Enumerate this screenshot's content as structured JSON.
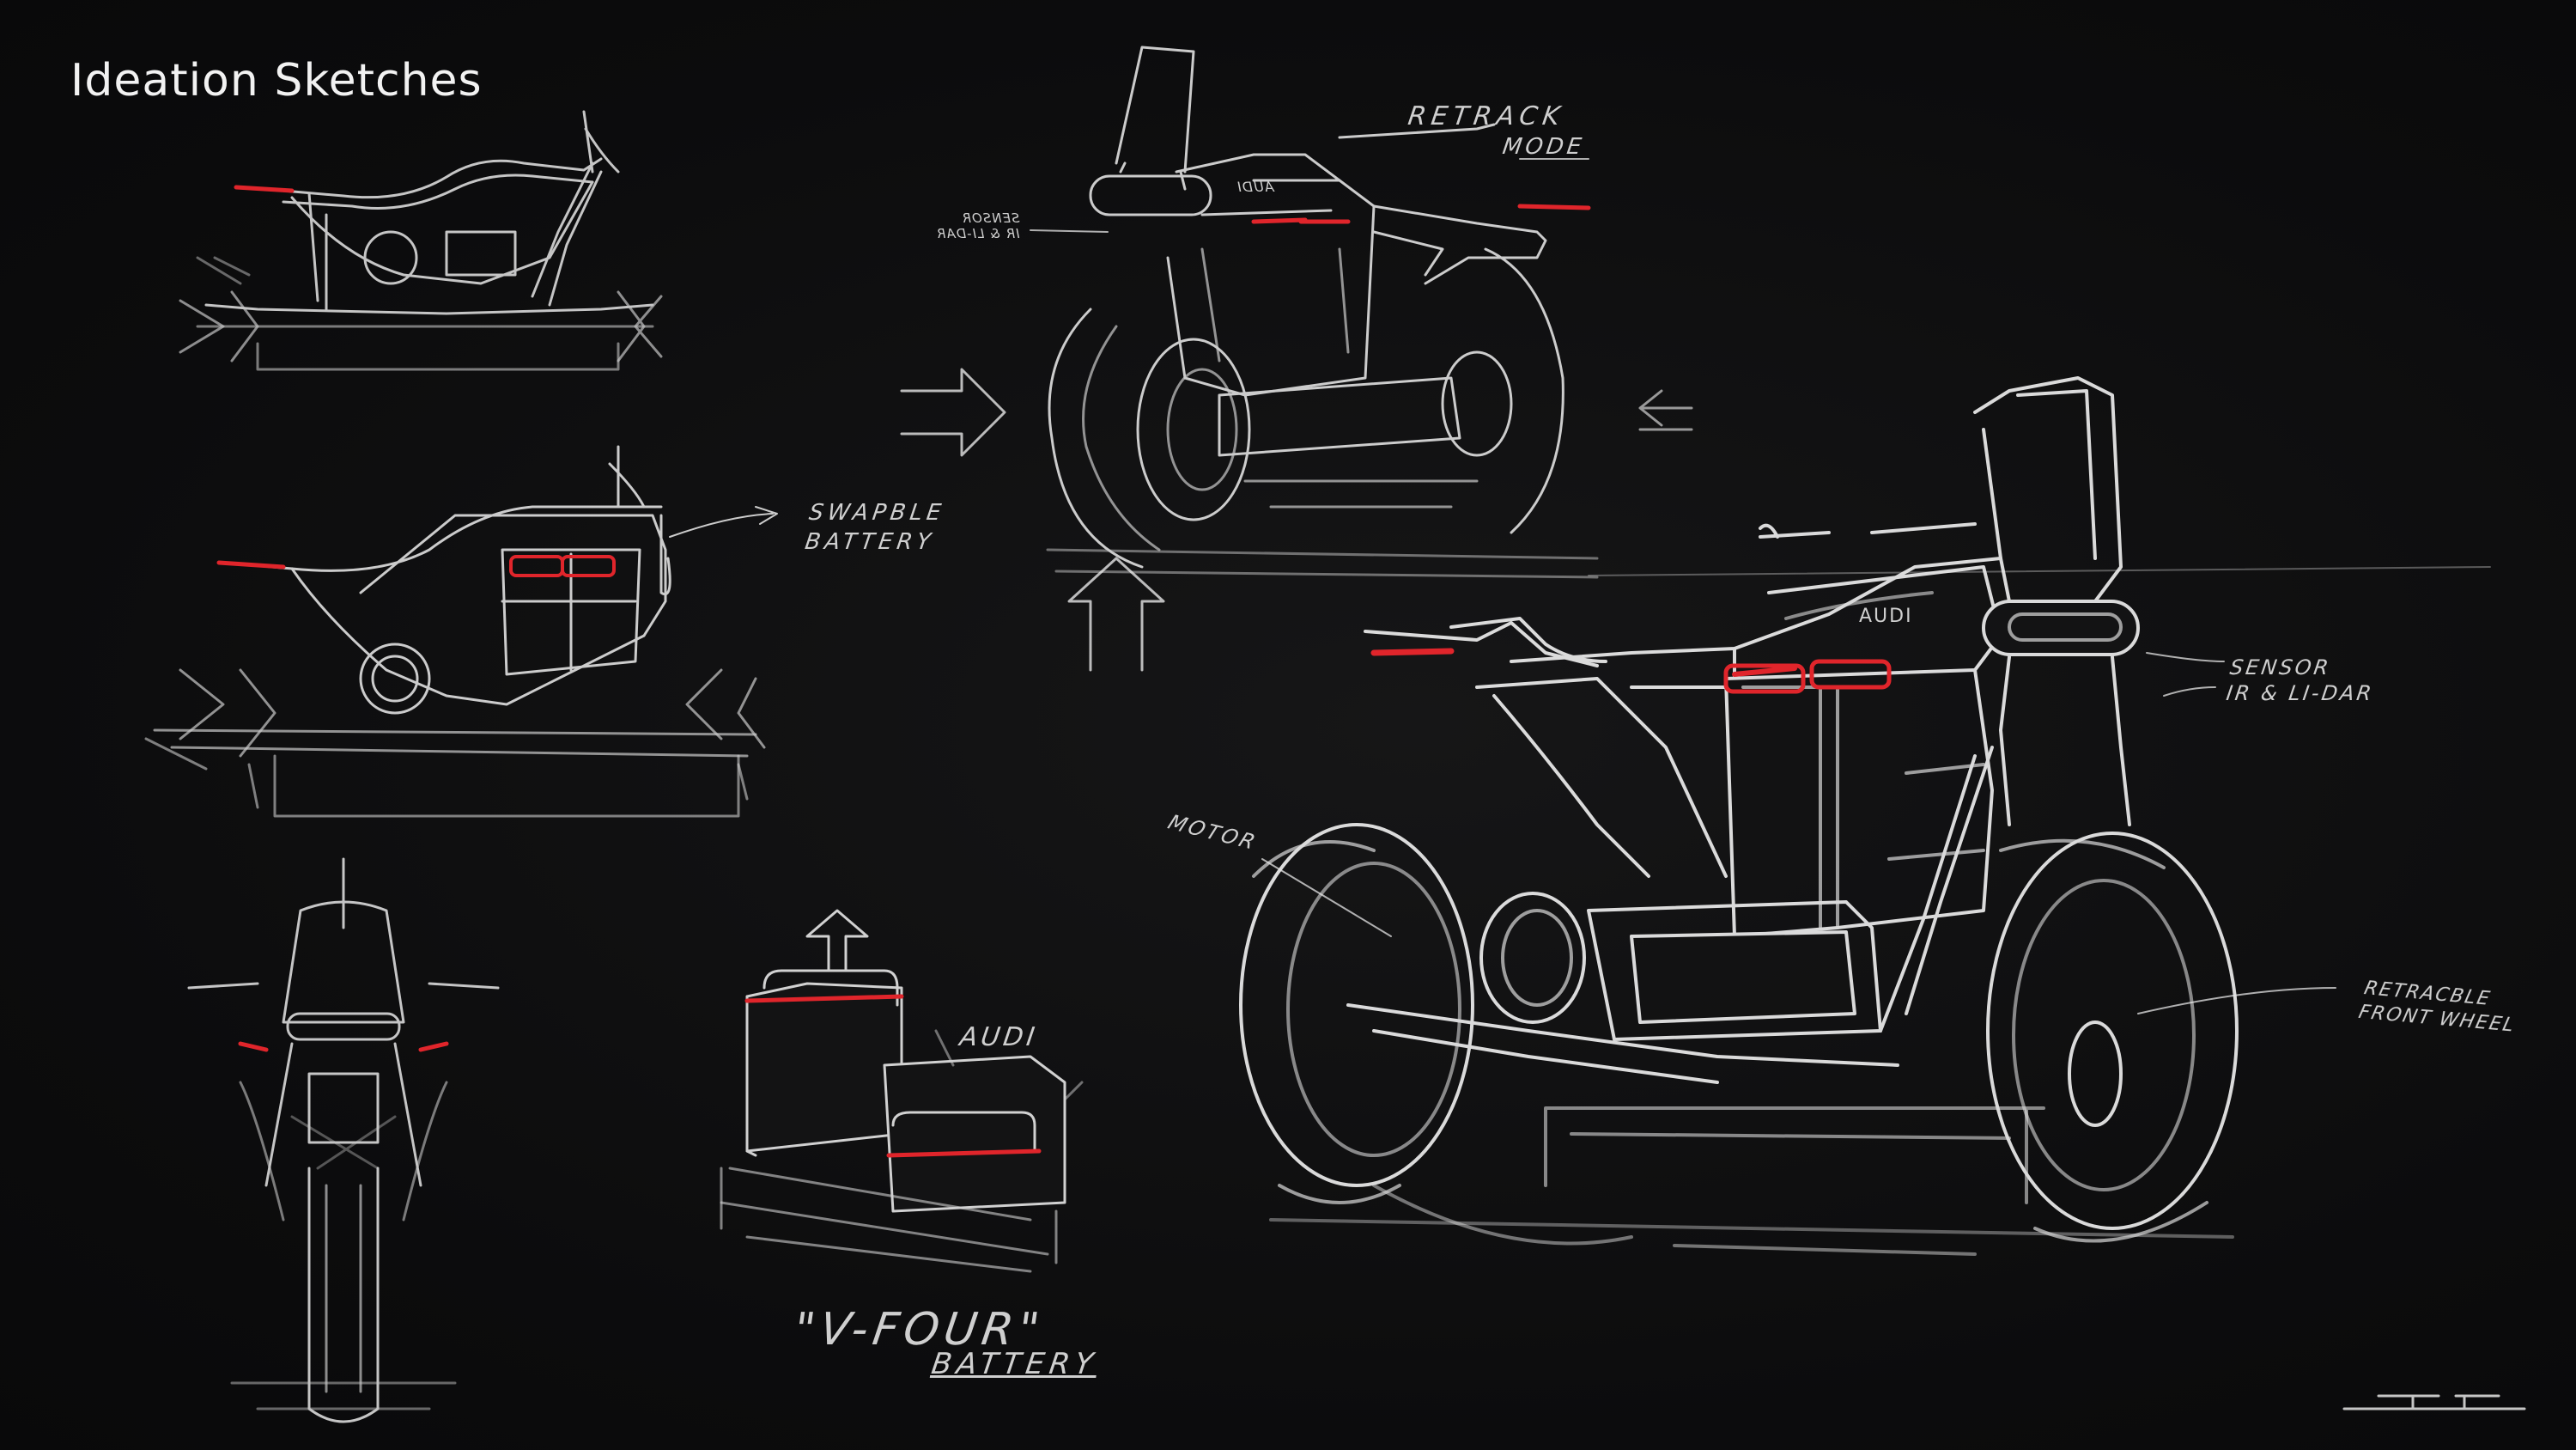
{
  "board": {
    "title": "Ideation Sketches"
  },
  "annotations": {
    "retrack_mode_line1": "RETRACK",
    "retrack_mode_line2": "MODE",
    "sensor_small_line1": "SENSOR",
    "sensor_small_line2": "IR & LI-DAR",
    "swappable_line1": "SWAPBLE",
    "swappable_line2": "BATTERY",
    "sensor_line1": "SENSOR",
    "sensor_line2": "IR & LI-DAR",
    "motor": "MOTOR",
    "retractable_line1": "RETRACBLE",
    "retractable_line2": "FRONT WHEEL",
    "audi_battery": "AUDI",
    "audi_tank_small": "AUDI",
    "audi_tank_large": "AUDI",
    "v_four_line1": "\"V-FOUR\"",
    "v_four_line2": "BATTERY"
  },
  "colors": {
    "background": "#0d0d0e",
    "stroke": "#e8e8e8",
    "accent_red": "#e0252b"
  },
  "icons": {
    "signature": "designer-signature-mark",
    "arrows": "arrow-icon"
  }
}
